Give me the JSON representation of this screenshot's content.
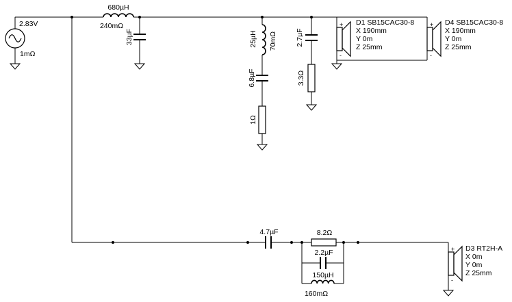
{
  "source": {
    "voltage": "2.83V",
    "resistance": "1mΩ"
  },
  "series_inductor": {
    "value": "680µH",
    "dcr": "240mΩ"
  },
  "shunt_cap_33": {
    "value": "33µF"
  },
  "notch": {
    "inductor": "25µH",
    "dcr": "70mΩ",
    "cap": "6.8µF",
    "res": "1Ω"
  },
  "zobel": {
    "cap": "2.7µF",
    "res": "3.3Ω"
  },
  "drivers": [
    {
      "name": "D1 SB15CAC30-8",
      "x": "X 190mm",
      "y": "Y 0m",
      "z": "Z 25mm",
      "plus": "+",
      "minus": "-"
    },
    {
      "name": "D4 SB15CAC30-8",
      "x": "X 190mm",
      "y": "Y 0m",
      "z": "Z 25mm",
      "plus": "+",
      "minus": "-"
    },
    {
      "name": "D3 RT2H-A",
      "x": "X 0m",
      "y": "Y 0m",
      "z": "Z 25mm",
      "plus": "+",
      "minus": "-"
    }
  ],
  "tweeter_branch": {
    "series_cap": "4.7µF",
    "series_res": "8.2Ω",
    "trap_cap": "2.2µF",
    "trap_inductor": "150µH",
    "trap_dcr": "160mΩ"
  }
}
